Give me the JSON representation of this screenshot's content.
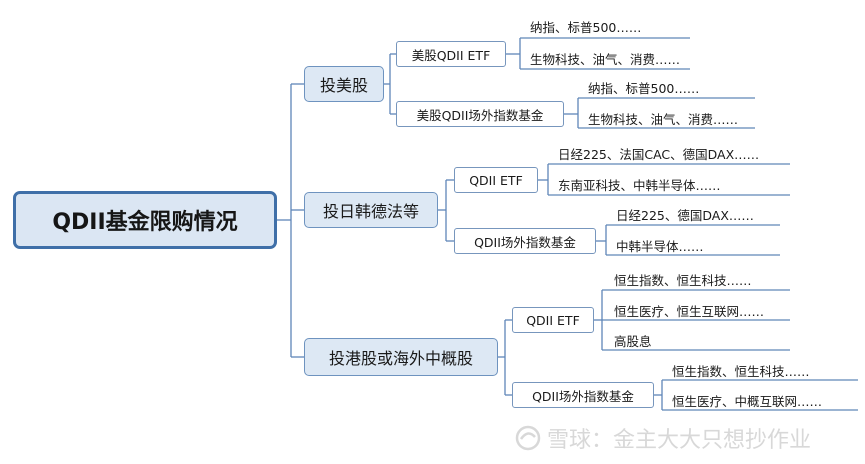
{
  "root": {
    "label": "QDII基金限购情况"
  },
  "categories": [
    {
      "label": "投美股",
      "funds": [
        {
          "label": "美股QDII ETF",
          "leaves": [
            "纳指、标普500……",
            "生物科技、油气、消费……"
          ]
        },
        {
          "label": "美股QDII场外指数基金",
          "leaves": [
            "纳指、标普500……",
            "生物科技、油气、消费……"
          ]
        }
      ]
    },
    {
      "label": "投日韩德法等",
      "funds": [
        {
          "label": "QDII ETF",
          "leaves": [
            "日经225、法国CAC、德国DAX……",
            "东南亚科技、中韩半导体……"
          ]
        },
        {
          "label": "QDII场外指数基金",
          "leaves": [
            "日经225、德国DAX……",
            "中韩半导体……"
          ]
        }
      ]
    },
    {
      "label": "投港股或海外中概股",
      "funds": [
        {
          "label": "QDII ETF",
          "leaves": [
            "恒生指数、恒生科技……",
            "恒生医疗、恒生互联网……",
            "高股息"
          ]
        },
        {
          "label": "QDII场外指数基金",
          "leaves": [
            "恒生指数、恒生科技……",
            "恒生医疗、中概互联网……"
          ]
        }
      ]
    }
  ],
  "watermark": {
    "text": "雪球：金主大大只想抄作业"
  },
  "colors": {
    "line": "#5f86b8",
    "root_border": "#3f6fa8",
    "node_fill": "#dde8f4"
  }
}
